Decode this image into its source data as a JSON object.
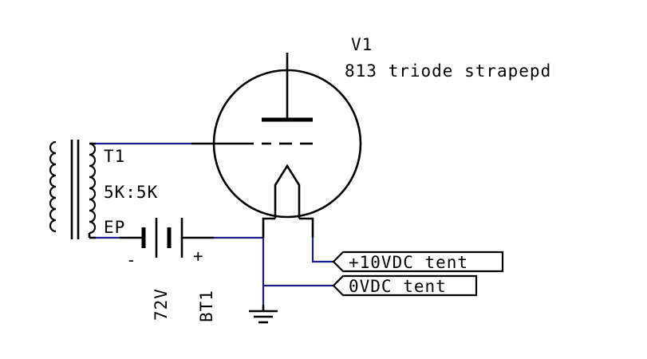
{
  "tube": {
    "ref": "V1",
    "value": "813 triode strapepd"
  },
  "transformer": {
    "ref": "T1",
    "value": "5K:5K",
    "pin": "EP"
  },
  "battery": {
    "ref": "BT1",
    "value": "72V",
    "minus": "-",
    "plus": "+"
  },
  "labels": {
    "tent_plus": "+10VDC tent",
    "tent_zero": "0VDC tent"
  },
  "colors": {
    "wire": "#1c1c8f",
    "component": "#000000"
  }
}
